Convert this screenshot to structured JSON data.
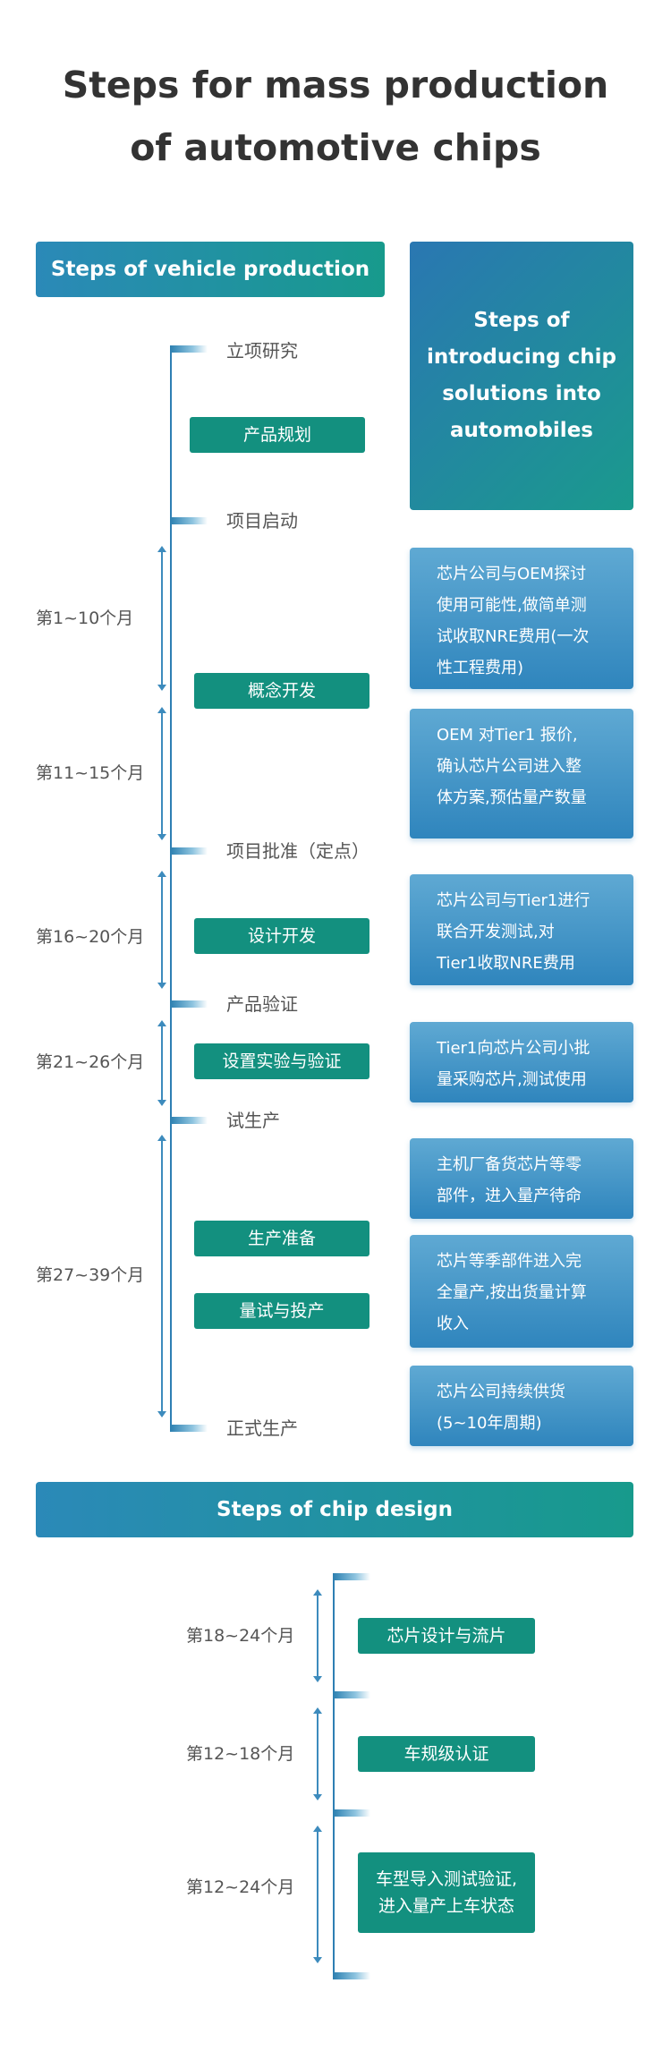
{
  "title": {
    "line1": "Steps for mass production",
    "line2": "of automotive chips"
  },
  "vehicle": {
    "header": "Steps of vehicle production",
    "milestones": [
      "立项研究",
      "项目启动",
      "项目批准（定点）",
      "产品验证",
      "试生产",
      "正式生产"
    ],
    "tasks": [
      "产品规划",
      "概念开发",
      "设计开发",
      "设置实验与验证",
      "生产准备",
      "量试与投产"
    ],
    "periods": [
      "第1~10个月",
      "第11~15个月",
      "第16~20个月",
      "第21~26个月",
      "第27~39个月"
    ]
  },
  "chip_intro": {
    "header_lines": [
      "Steps of",
      "introducing chip",
      "solutions into",
      "automobiles"
    ],
    "notes": [
      [
        "芯片公司与OEM探讨",
        "使用可能性,做简单测",
        "试收取NRE费用(一次",
        "性工程费用)"
      ],
      [
        "OEM 对Tier1 报价,",
        "确认芯片公司进入整",
        "体方案,预估量产数量"
      ],
      [
        "芯片公司与Tier1进行",
        "联合开发测试,对",
        "Tier1收取NRE费用"
      ],
      [
        "Tier1向芯片公司小批",
        "量采购芯片,测试使用"
      ],
      [
        "主机厂备货芯片等零",
        "部件，进入量产待命"
      ],
      [
        "芯片等季部件进入完",
        "全量产,按出货量计算",
        "收入"
      ],
      [
        "芯片公司持续供货",
        "(5~10年周期)"
      ]
    ]
  },
  "chip_design": {
    "header": "Steps of chip design",
    "periods": [
      "第18~24个月",
      "第12~18个月",
      "第12~24个月"
    ],
    "tasks": [
      [
        "芯片设计与流片"
      ],
      [
        "车规级认证"
      ],
      [
        "车型导入测试验证,",
        "进入量产上车状态"
      ]
    ]
  }
}
